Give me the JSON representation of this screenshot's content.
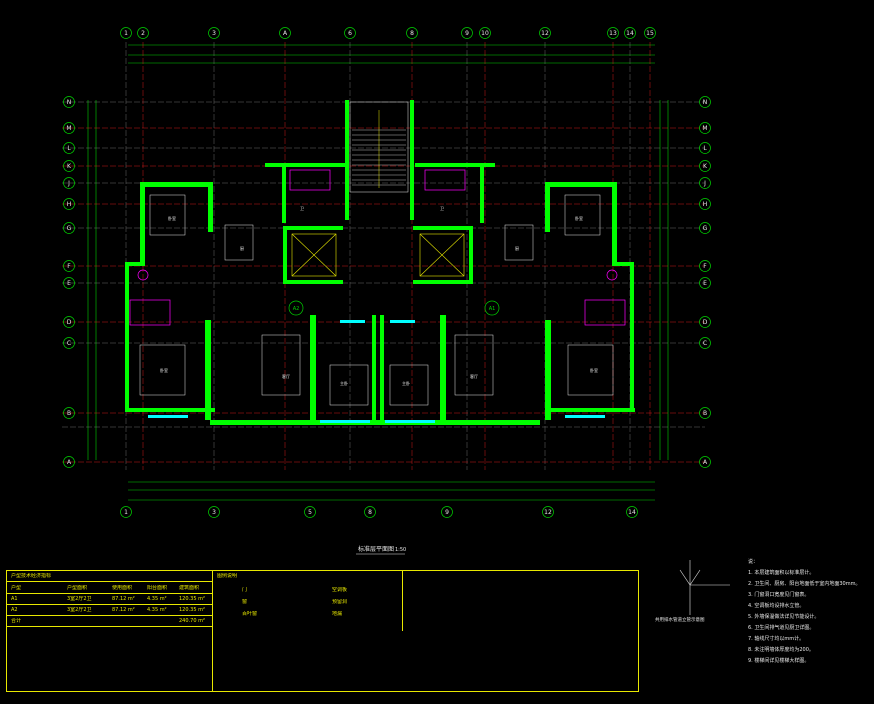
{
  "colors": {
    "background": "#000000",
    "axis": "#00d000",
    "wall": "#00ff00",
    "red": "#ff2020",
    "magenta": "#ff00ff",
    "cyan": "#00ffff",
    "yellow": "#e8e800",
    "white": "#e8e8e8"
  },
  "top_axes": [
    "1",
    "2",
    "3",
    "A",
    "6",
    "8",
    "9",
    "10",
    "12",
    "13",
    "14",
    "15"
  ],
  "bottom_axes": [
    "1",
    "3",
    "5",
    "8",
    "9",
    "12",
    "14"
  ],
  "left_axes": [
    "N",
    "M",
    "L",
    "K",
    "J",
    "H",
    "G",
    "F",
    "E",
    "D",
    "C",
    "B",
    "A"
  ],
  "right_axes": [
    "N",
    "M",
    "L",
    "K",
    "J",
    "H",
    "G",
    "F",
    "E",
    "D",
    "C",
    "B",
    "A"
  ],
  "unit_labels": [
    "A2",
    "A1"
  ],
  "room_labels": [
    "卧室",
    "卧室",
    "卫",
    "厨",
    "客厅",
    "卧室",
    "主卧",
    "主卧",
    "卧室",
    "客厅",
    "厨",
    "卫"
  ],
  "drawing_title": "标准层平面图",
  "drawing_scale": "1:50",
  "detail_title": "共用排水管道立管示意图",
  "table": {
    "header": "户型技术经济指标",
    "rows": [
      [
        "户型",
        "户型面积",
        "使用面积",
        "阳台面积",
        "建筑面积"
      ],
      [
        "A1",
        "3室2厅2卫",
        "87.12 m²",
        "4.35 m²",
        "120.35 m²"
      ],
      [
        "A2",
        "3室2厅2卫",
        "87.12 m²",
        "4.35 m²",
        "120.35 m²"
      ],
      [
        "合计",
        "",
        "",
        "",
        "240.70 m²"
      ]
    ],
    "legend_title": "图例说明",
    "legend_items": [
      "门",
      "窗",
      "百叶窗",
      "空调板",
      "预留洞",
      "地漏"
    ]
  },
  "notes": [
    "说：",
    "1. 本层建筑面积以标准层计。",
    "2. 卫生间、厨房、阳台地面低于室内地面30mm。",
    "3. 门窗洞口宽度见门窗表。",
    "4. 空调板均设排水立管。",
    "5. 外墙保温做法详见节能设计。",
    "6. 卫生间排气道见厨卫详图。",
    "7. 轴线尺寸均以mm计。",
    "8. 未注明墙体厚度均为200。",
    "9. 楼梯间详见楼梯大样图。"
  ]
}
